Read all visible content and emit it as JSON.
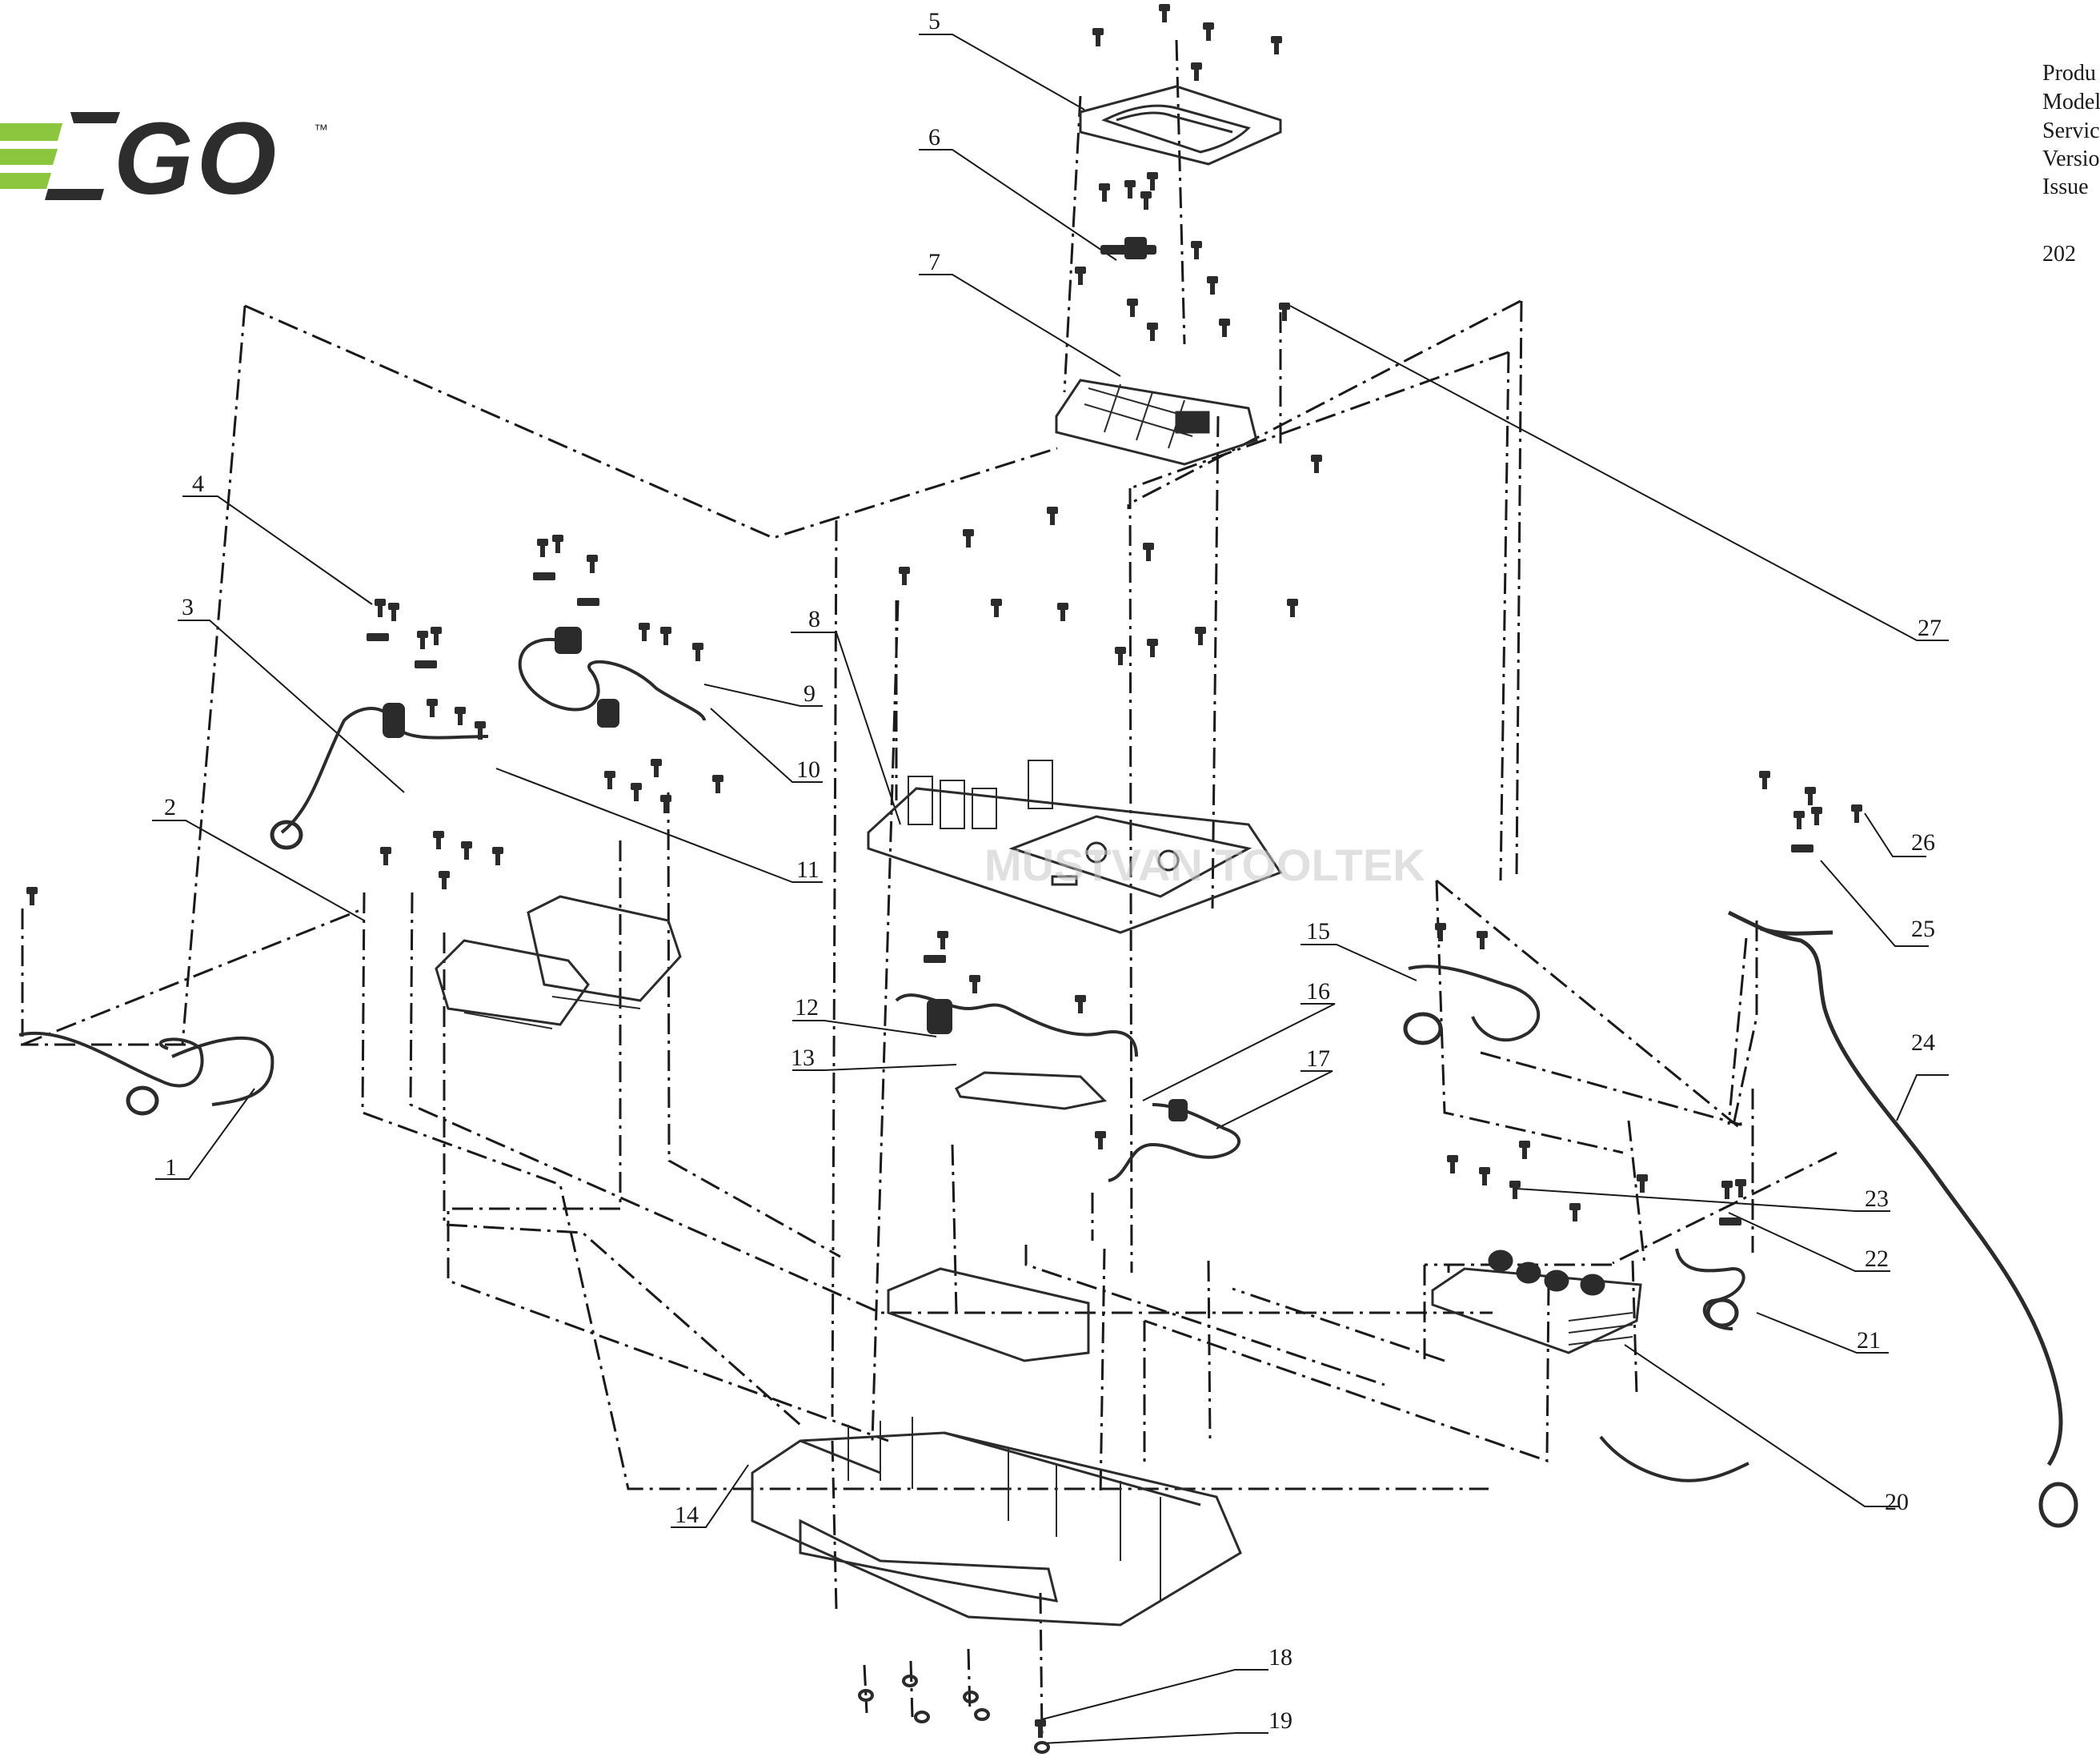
{
  "brand": {
    "name": "EGO",
    "trademark": "™",
    "accent": "#8cc63f",
    "dark": "#2d2d2d"
  },
  "meta": {
    "lines": [
      "Produ",
      "Model",
      "Servic",
      "Versio",
      "Issue",
      "202"
    ]
  },
  "watermark": "MUSTVAN TOOLTEK",
  "callouts": [
    "1",
    "2",
    "3",
    "4",
    "5",
    "6",
    "7",
    "8",
    "9",
    "10",
    "11",
    "12",
    "13",
    "14",
    "15",
    "16",
    "17",
    "18",
    "19",
    "20",
    "21",
    "22",
    "23",
    "24",
    "25",
    "26",
    "27"
  ],
  "colors": {
    "line": "#1a1a1a",
    "part": "#2b2b2b"
  }
}
